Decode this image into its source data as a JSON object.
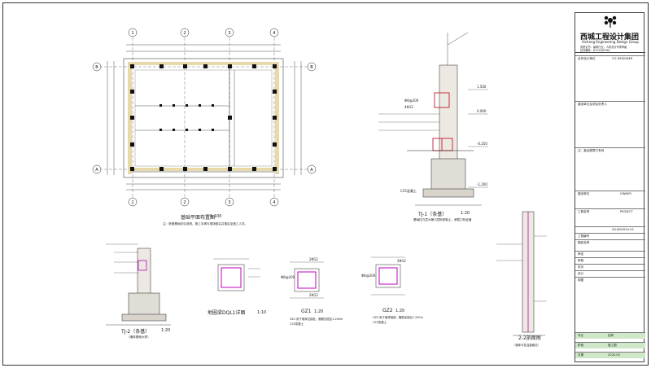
{
  "company": {
    "name_cn": "西城工程设计集团",
    "name_en": "Xicheng Engineering Design Group",
    "line1": "资质证书：建筑行业、人防设计专项甲级",
    "line2": "证书编号：A123456789"
  },
  "title_block": {
    "rows": [
      {
        "label": "合作设计单位",
        "value": "CO-DESIGNER"
      },
      {
        "label": "建设单位及项目负责人",
        "value": ""
      },
      {
        "label": "注：盖出图章方有效",
        "value": ""
      },
      {
        "label": "建设单位",
        "value": "OWNER"
      },
      {
        "label": "工程名称",
        "value": "PROJECT"
      },
      {
        "label": "",
        "value": "XX-WS2020-02"
      },
      {
        "label": "工程编号",
        "value": ""
      },
      {
        "label": "图纸名称",
        "value": ""
      },
      {
        "label": "审定",
        "value": ""
      },
      {
        "label": "审核",
        "value": ""
      },
      {
        "label": "校对",
        "value": ""
      },
      {
        "label": "设计",
        "value": ""
      },
      {
        "label": "制图",
        "value": ""
      },
      {
        "label": "专业",
        "value": "结构"
      },
      {
        "label": "阶段",
        "value": "施工图"
      },
      {
        "label": "日期",
        "value": "2020.05"
      }
    ]
  },
  "drawings": {
    "plan_title": "基础平面布置图",
    "plan_scale": "1:100",
    "plan_note": "注：条基基础详见说明，施工中请与现场核实并落实至施工人员。",
    "tj1_title": "TJ-1（条基）",
    "tj1_scale": "1:20",
    "tj1_note": "基础持力层为第②层粉质黏土，承载力特征值",
    "tj2_title": "TJ-2（条基）",
    "tj2_scale": "1:20",
    "tj2_note": "（墙体基础大样）",
    "dql_title": "地圈梁DQL1详图",
    "dql_scale": "1:10",
    "gz1_title": "GZ1",
    "gz1_scale": "1:20",
    "gz1_note1": "GZ1 用于墙体交接处，箍筋加密区1.200m",
    "gz1_note2": "C25混凝土",
    "gz2_title": "GZ2",
    "gz2_scale": "1:20",
    "gz2_note1": "GZ2 用于墙体端部，箍筋加密区1.200m",
    "gz2_note2": "C25混凝土",
    "sec_title": "2-2剖面图",
    "sec_note": "（墙体与柱连接做法）"
  },
  "axes": {
    "cols": [
      "1",
      "2",
      "3",
      "4"
    ],
    "rows": [
      "A",
      "B"
    ]
  },
  "rebar": {
    "r1": "2Φ12",
    "r2": "Φ8@200",
    "r3": "4Φ12",
    "c25": "C25混凝土"
  },
  "levels": {
    "l1": "1.500",
    "l2": "0.000",
    "l3": "-0.250",
    "l4": "-1.200"
  }
}
